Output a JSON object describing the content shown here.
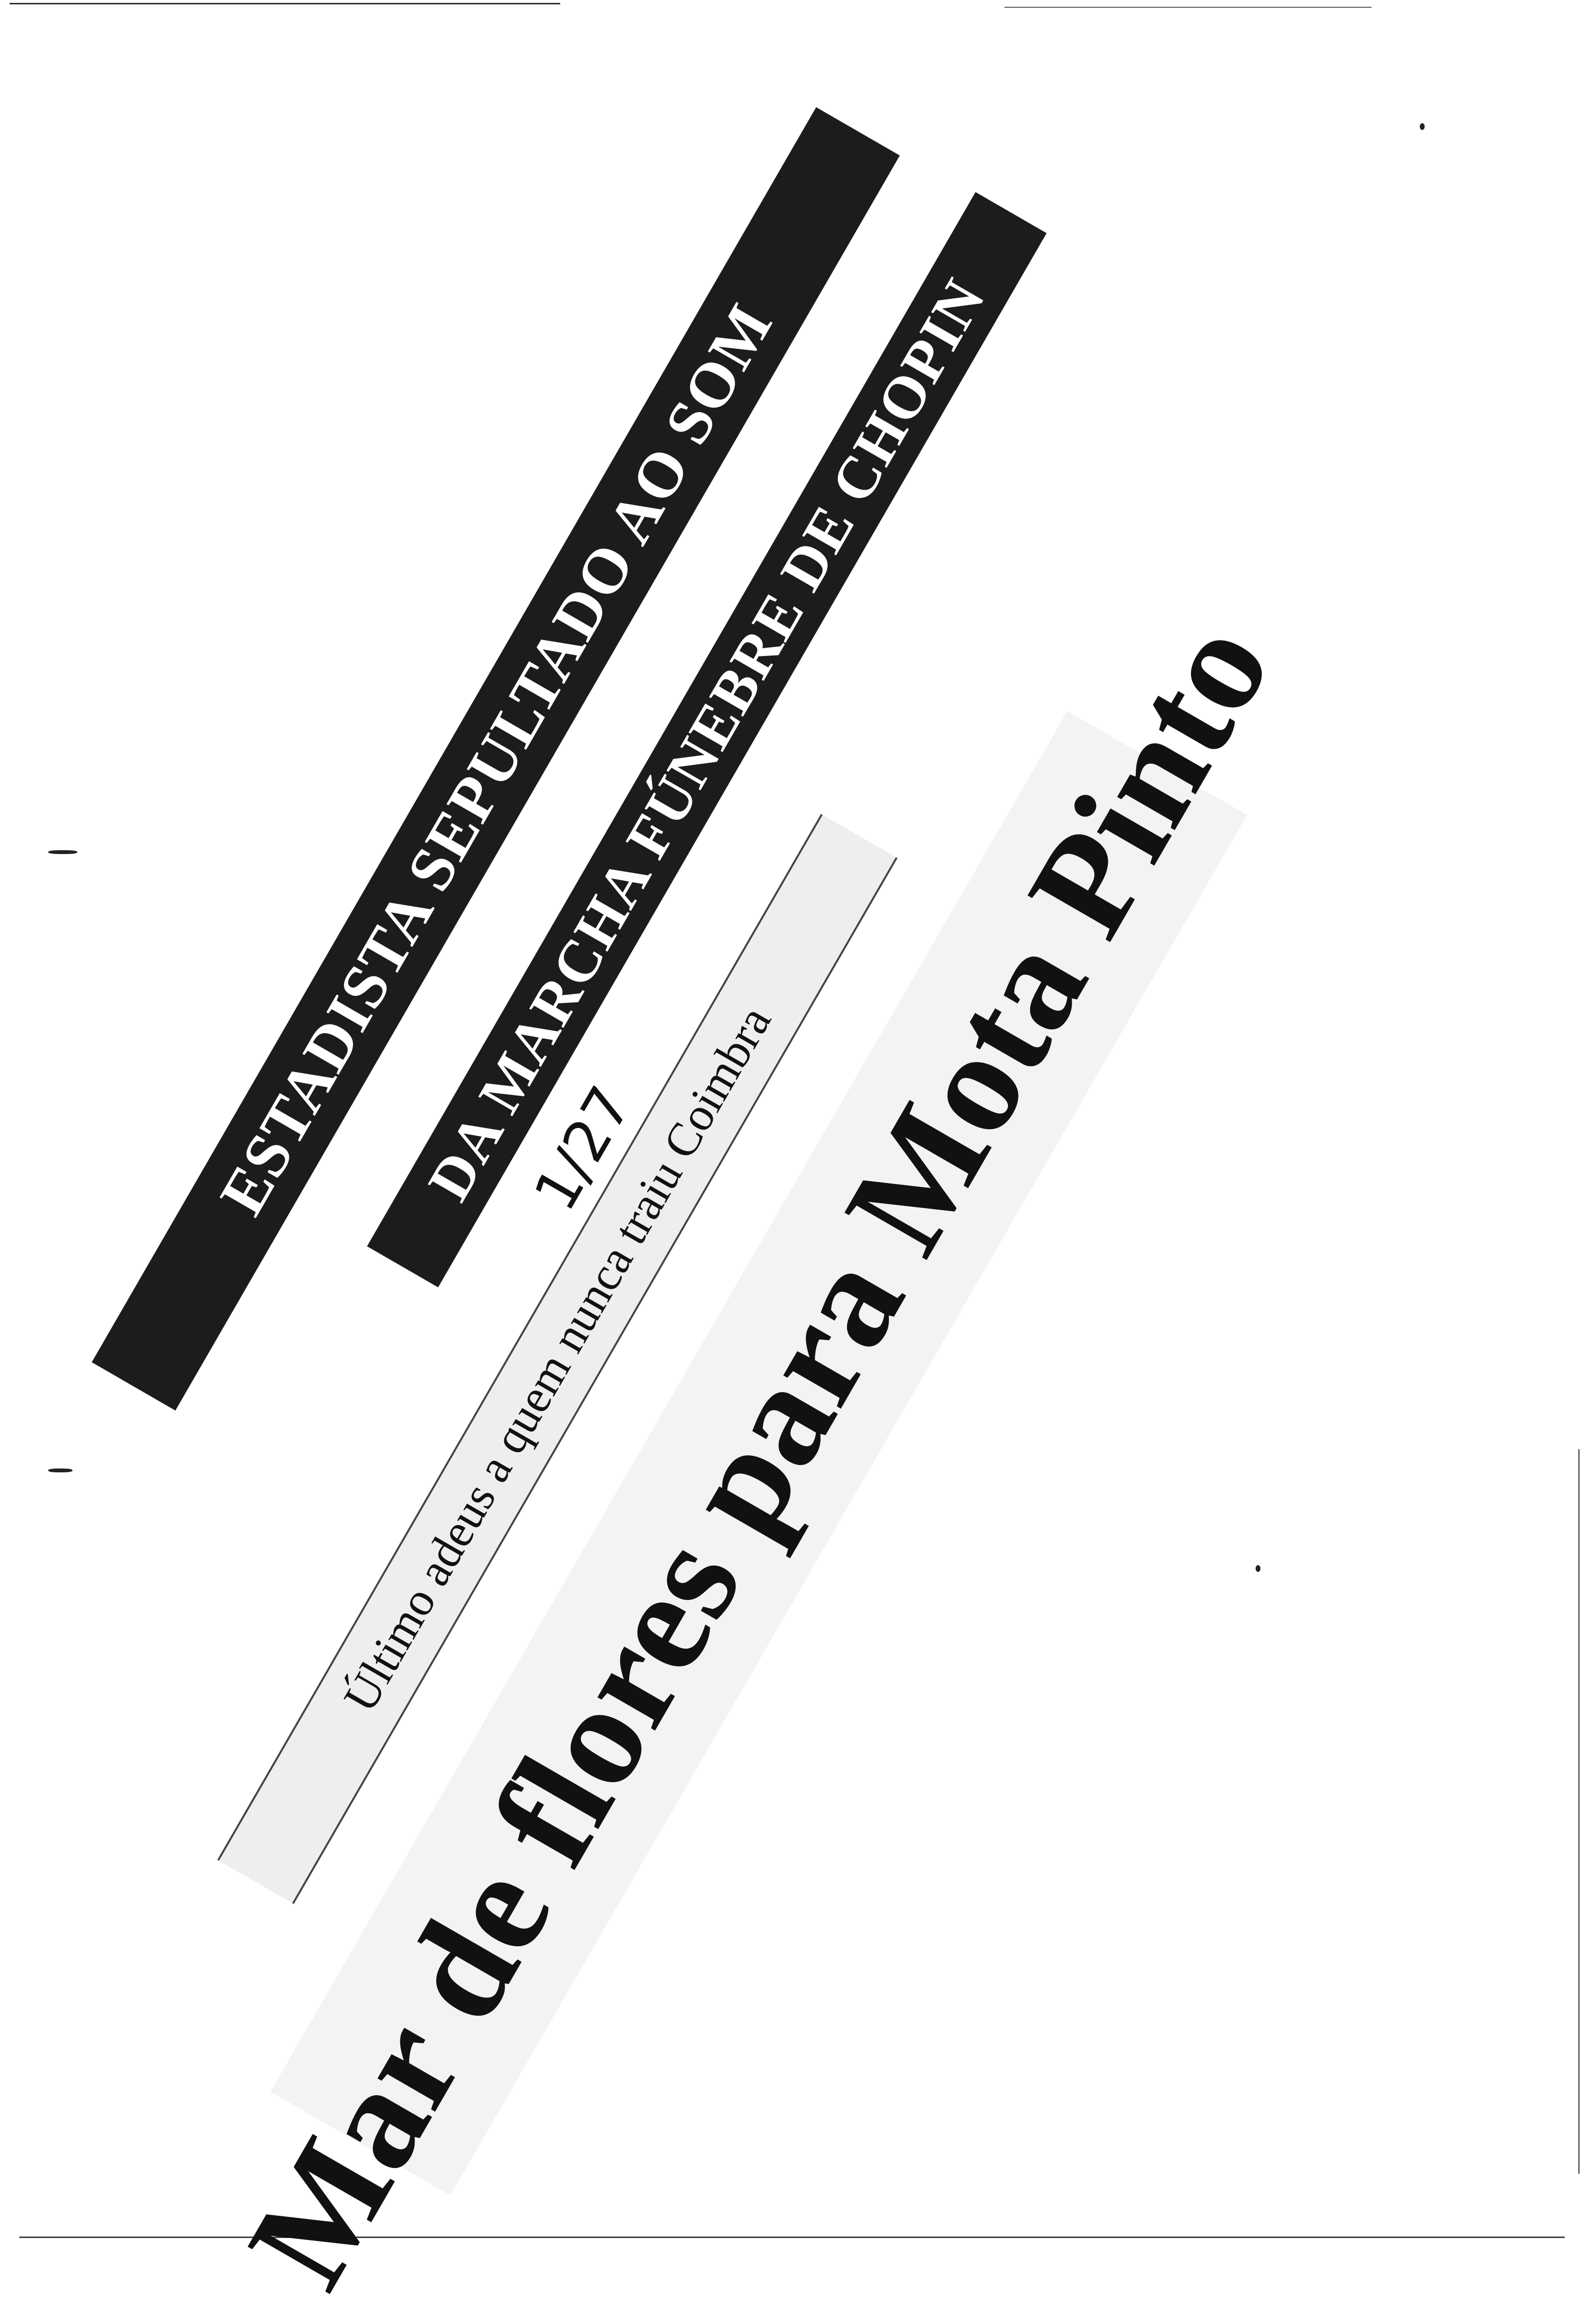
{
  "clipping": {
    "banner_line_1": "ESTADISTA SEPULTADO AO SOM",
    "banner_line_2": "DA MARCHA FÚNEBRE DE CHOPIN",
    "subheadline": "Último adeus a quem nunca traiu Coimbra",
    "headline": "Mar de flores para Mota Pinto",
    "handwritten_note": "1/27"
  },
  "colors": {
    "banner_background": "#1c1c1c",
    "banner_text": "#ffffff",
    "paper": "#ffffff",
    "print_ink": "#111111"
  }
}
